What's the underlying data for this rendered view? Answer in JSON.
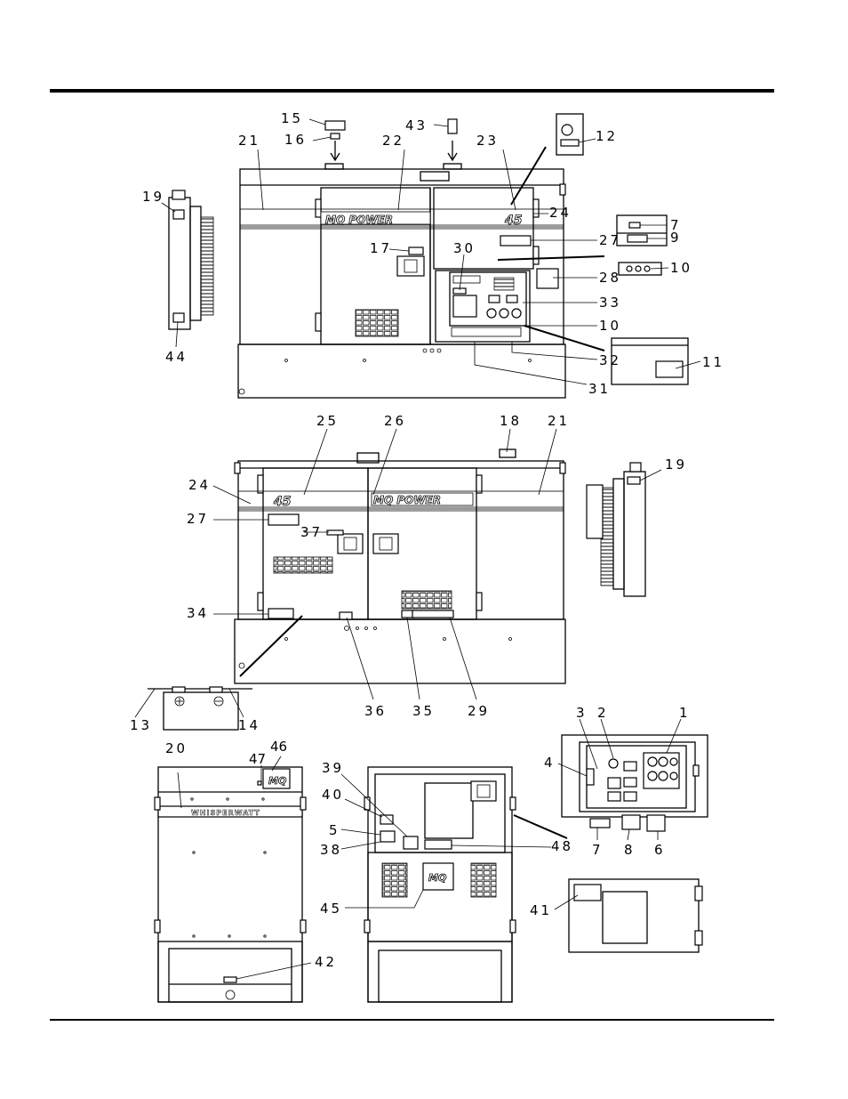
{
  "figure": {
    "brand_text": "MQ POWER",
    "model_text": "45",
    "whisperwatt_text": "WHISPERWATT",
    "logo_text": "MQ",
    "callouts": {
      "c1": "1",
      "c2": "2",
      "c3": "3",
      "c4": "4",
      "c5": "5",
      "c6": "6",
      "c7a": "7",
      "c7b": "7",
      "c8": "8",
      "c9": "9",
      "c10a": "10",
      "c10b": "10",
      "c11": "11",
      "c12": "12",
      "c13": "13",
      "c14": "14",
      "c15": "15",
      "c16": "16",
      "c17": "17",
      "c18": "18",
      "c19a": "19",
      "c19b": "19",
      "c20": "20",
      "c21a": "21",
      "c21b": "21",
      "c22": "22",
      "c23": "23",
      "c24a": "24",
      "c24b": "24",
      "c25": "25",
      "c26": "26",
      "c27a": "27",
      "c27b": "27",
      "c28": "28",
      "c29": "29",
      "c30": "30",
      "c31": "31",
      "c32": "32",
      "c33": "33",
      "c34": "34",
      "c35": "35",
      "c36": "36",
      "c37": "37",
      "c38": "38",
      "c39": "39",
      "c40": "40",
      "c41": "41",
      "c42": "42",
      "c43": "43",
      "c44": "44",
      "c45": "45",
      "c46": "46",
      "c47": "47",
      "c48": "48"
    }
  }
}
